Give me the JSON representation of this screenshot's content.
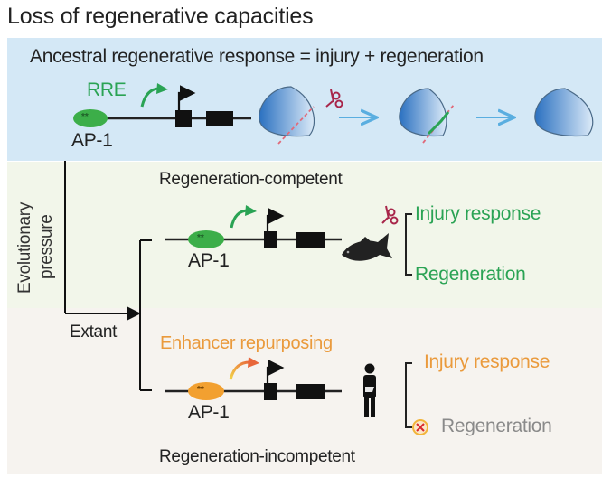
{
  "title": "Loss of regenerative capacities",
  "ancestral": {
    "heading": "Ancestral regenerative response = injury + regeneration",
    "enhancer_label": "RRE",
    "factor_label": "AP-1",
    "enhancer_marks": "**",
    "stages": [
      "injured tissue",
      "healing tissue",
      "regenerated tissue"
    ]
  },
  "side": {
    "axis_label_line1": "Evolutionary",
    "axis_label_line2": "pressure",
    "extant_label": "Extant"
  },
  "competent": {
    "heading": "Regeneration-competent",
    "factor_label": "AP-1",
    "enhancer_marks": "**",
    "organism": "fish",
    "outcomes": [
      "Injury response",
      "Regeneration"
    ]
  },
  "incompetent": {
    "heading": "Regeneration-incompetent",
    "enhancer_label": "Enhancer repurposing",
    "factor_label": "AP-1",
    "enhancer_marks": "**",
    "organism": "human",
    "outcomes": [
      "Injury response",
      "Regeneration"
    ],
    "blocked_outcome_index": 1
  },
  "colors": {
    "green": "#2aa354",
    "orange": "#ea9a3c",
    "blue_panel": "#d4e8f6",
    "green_panel": "#f2f6ea",
    "beige_panel": "#f6f3ef",
    "scissors": "#a8264a",
    "arrow_blue": "#5aaee0"
  }
}
